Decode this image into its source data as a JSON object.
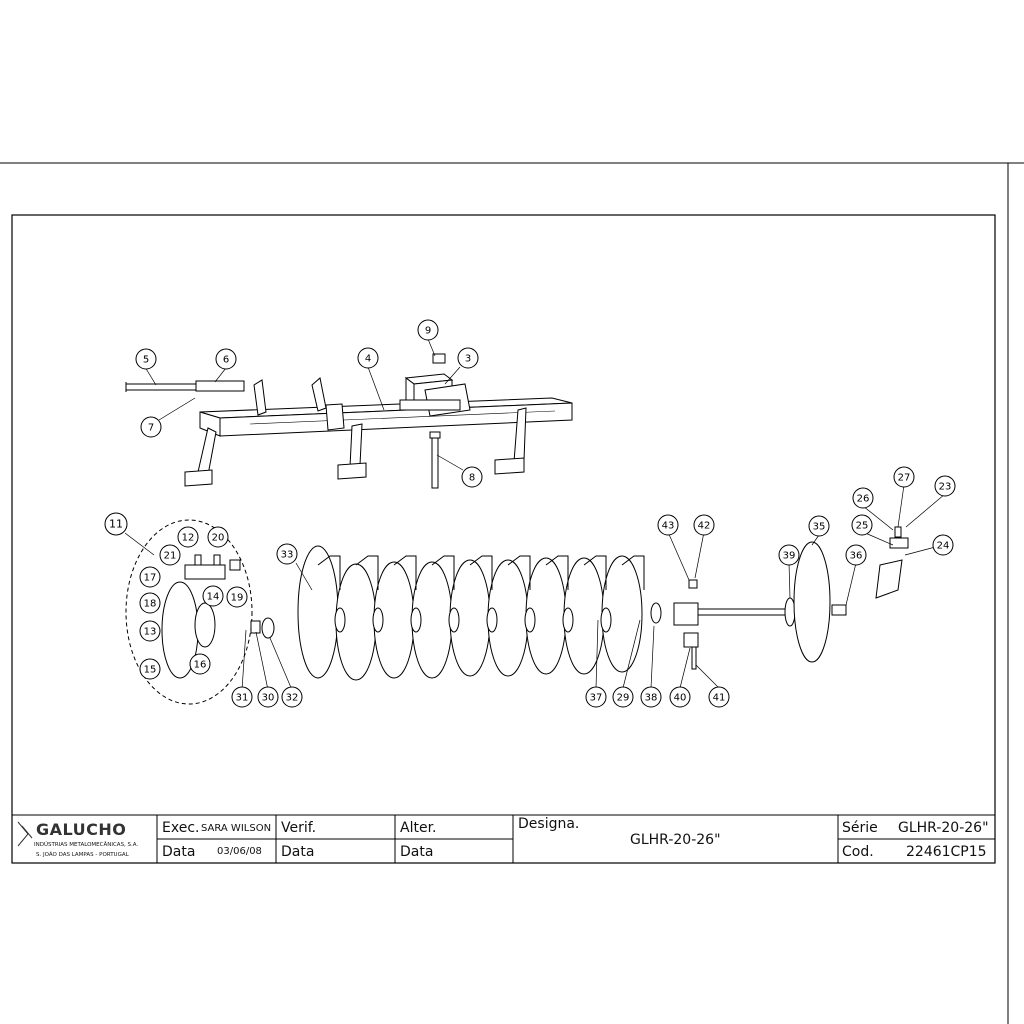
{
  "callouts": [
    {
      "n": "9"
    },
    {
      "n": "5"
    },
    {
      "n": "6"
    },
    {
      "n": "4"
    },
    {
      "n": "3"
    },
    {
      "n": "7"
    },
    {
      "n": "8"
    },
    {
      "n": "11"
    },
    {
      "n": "12"
    },
    {
      "n": "20"
    },
    {
      "n": "21"
    },
    {
      "n": "17"
    },
    {
      "n": "14"
    },
    {
      "n": "19"
    },
    {
      "n": "18"
    },
    {
      "n": "13"
    },
    {
      "n": "16"
    },
    {
      "n": "15"
    },
    {
      "n": "31"
    },
    {
      "n": "30"
    },
    {
      "n": "32"
    },
    {
      "n": "33"
    },
    {
      "n": "37"
    },
    {
      "n": "29"
    },
    {
      "n": "38"
    },
    {
      "n": "43"
    },
    {
      "n": "42"
    },
    {
      "n": "40"
    },
    {
      "n": "41"
    },
    {
      "n": "39"
    },
    {
      "n": "35"
    },
    {
      "n": "36"
    },
    {
      "n": "27"
    },
    {
      "n": "26"
    },
    {
      "n": "23"
    },
    {
      "n": "25"
    },
    {
      "n": "24"
    }
  ],
  "title_block": {
    "company": "GALUCHO",
    "company_sub1": "INDÚSTRIAS METALOMECÂNICAS, S.A.",
    "company_sub2": "S. JOÃO DAS LAMPAS - PORTUGAL",
    "exec_label": "Exec.",
    "exec_value": "SARA WILSON",
    "date_label": "Data",
    "date_value": "03/06/08",
    "verif_label": "Verif.",
    "verif_date_label": "Data",
    "alter_label": "Alter.",
    "alter_date_label": "Data",
    "designa_label": "Designa.",
    "designa_value": "GLHR-20-26\"",
    "serie_label": "Série",
    "serie_value": "GLHR-20-26\"",
    "cod_label": "Cod.",
    "cod_value": "22461CP15"
  }
}
